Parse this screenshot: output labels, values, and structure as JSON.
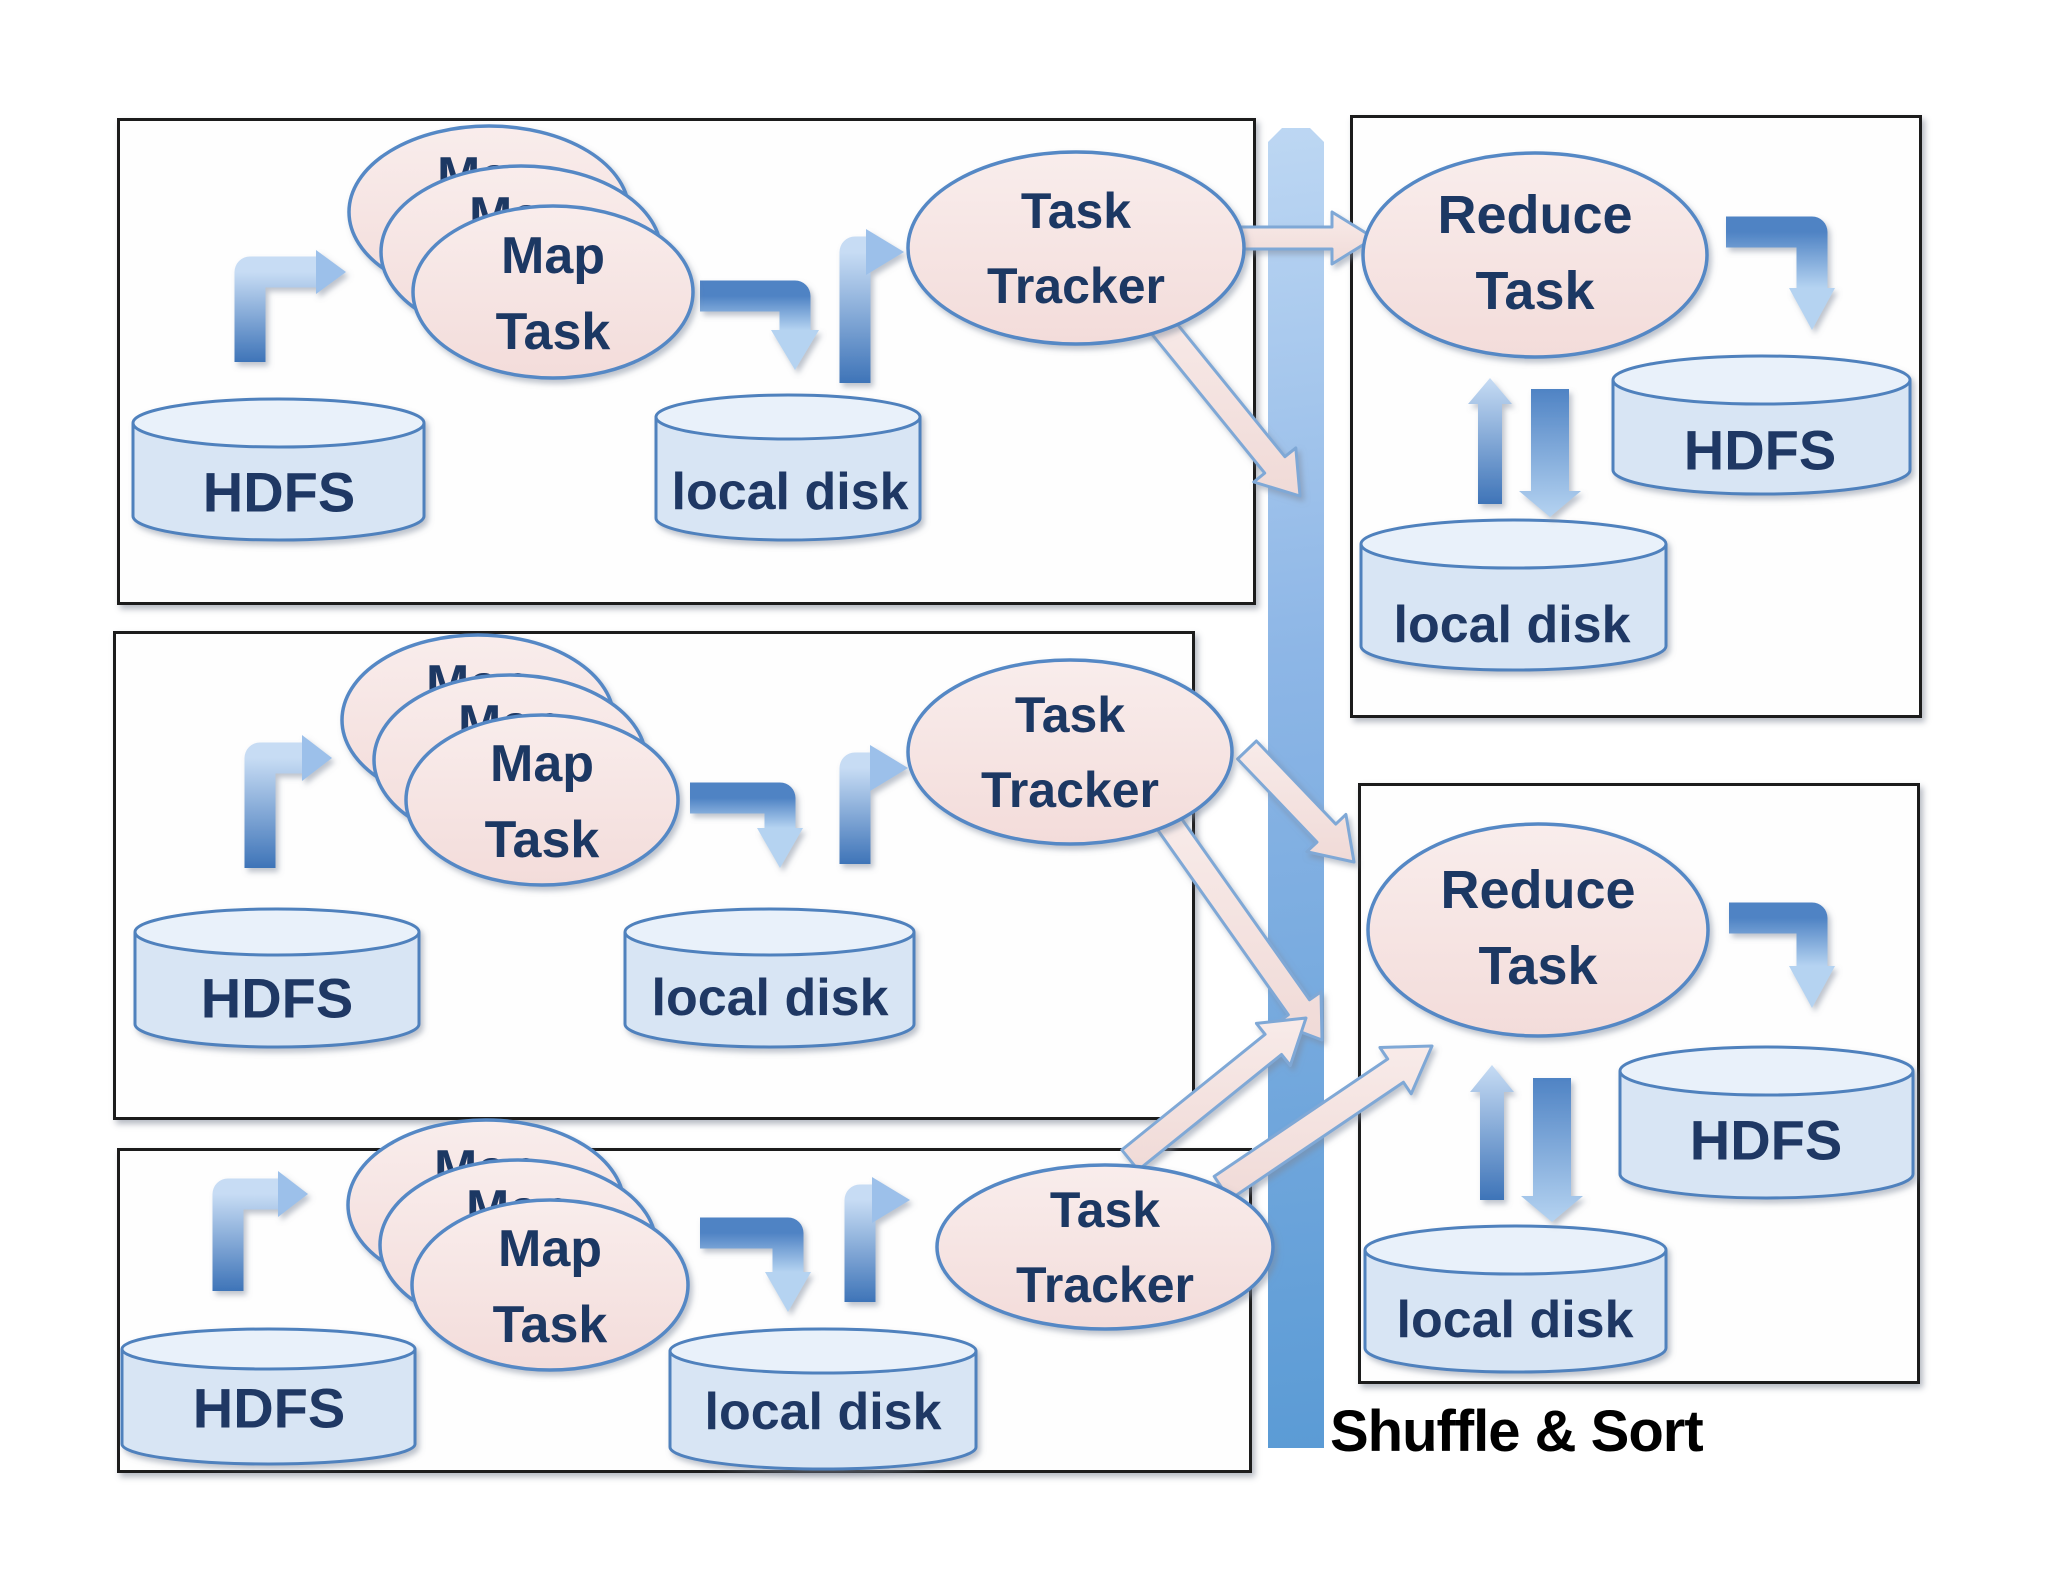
{
  "diagram": {
    "map_workers": [
      {
        "hdfs": "HDFS",
        "map_task": [
          "Map",
          "Task"
        ],
        "local_disk": "local disk",
        "task_tracker": [
          "Task",
          "Tracker"
        ]
      },
      {
        "hdfs": "HDFS",
        "map_task": [
          "Map",
          "Task"
        ],
        "local_disk": "local disk",
        "task_tracker": [
          "Task",
          "Tracker"
        ]
      },
      {
        "hdfs": "HDFS",
        "map_task": [
          "Map",
          "Task"
        ],
        "local_disk": "local disk",
        "task_tracker": [
          "Task",
          "Tracker"
        ]
      }
    ],
    "reducers": [
      {
        "reduce_task": [
          "Reduce",
          "Task"
        ],
        "hdfs": "HDFS",
        "local_disk": "local disk"
      },
      {
        "reduce_task": [
          "Reduce",
          "Task"
        ],
        "hdfs": "HDFS",
        "local_disk": "local disk"
      }
    ],
    "shuffle_label": "Shuffle & Sort"
  },
  "colors": {
    "text_navy": "#1f3864",
    "label_black": "#000000",
    "node_pink_light": "#f9edec",
    "node_pink": "#f3dcda",
    "node_stroke": "#5588c5",
    "cylinder_body": "#d8e5f4",
    "cylinder_top": "#e9f1fa",
    "cylinder_stroke": "#4f81bd",
    "arrow_blue_light": "#c7dcf4",
    "arrow_blue_dark": "#3e74b8",
    "arrow_head_light": "#9cc0ea",
    "arrow_head_pale": "#b5d3f1",
    "pink_arrow_light": "#f8ebe9",
    "pink_arrow": "#f0dad7",
    "pink_arrow_stroke": "#7fa8d6",
    "bar_blue": "#5b9bd5",
    "box_border": "#1c1c1c"
  }
}
